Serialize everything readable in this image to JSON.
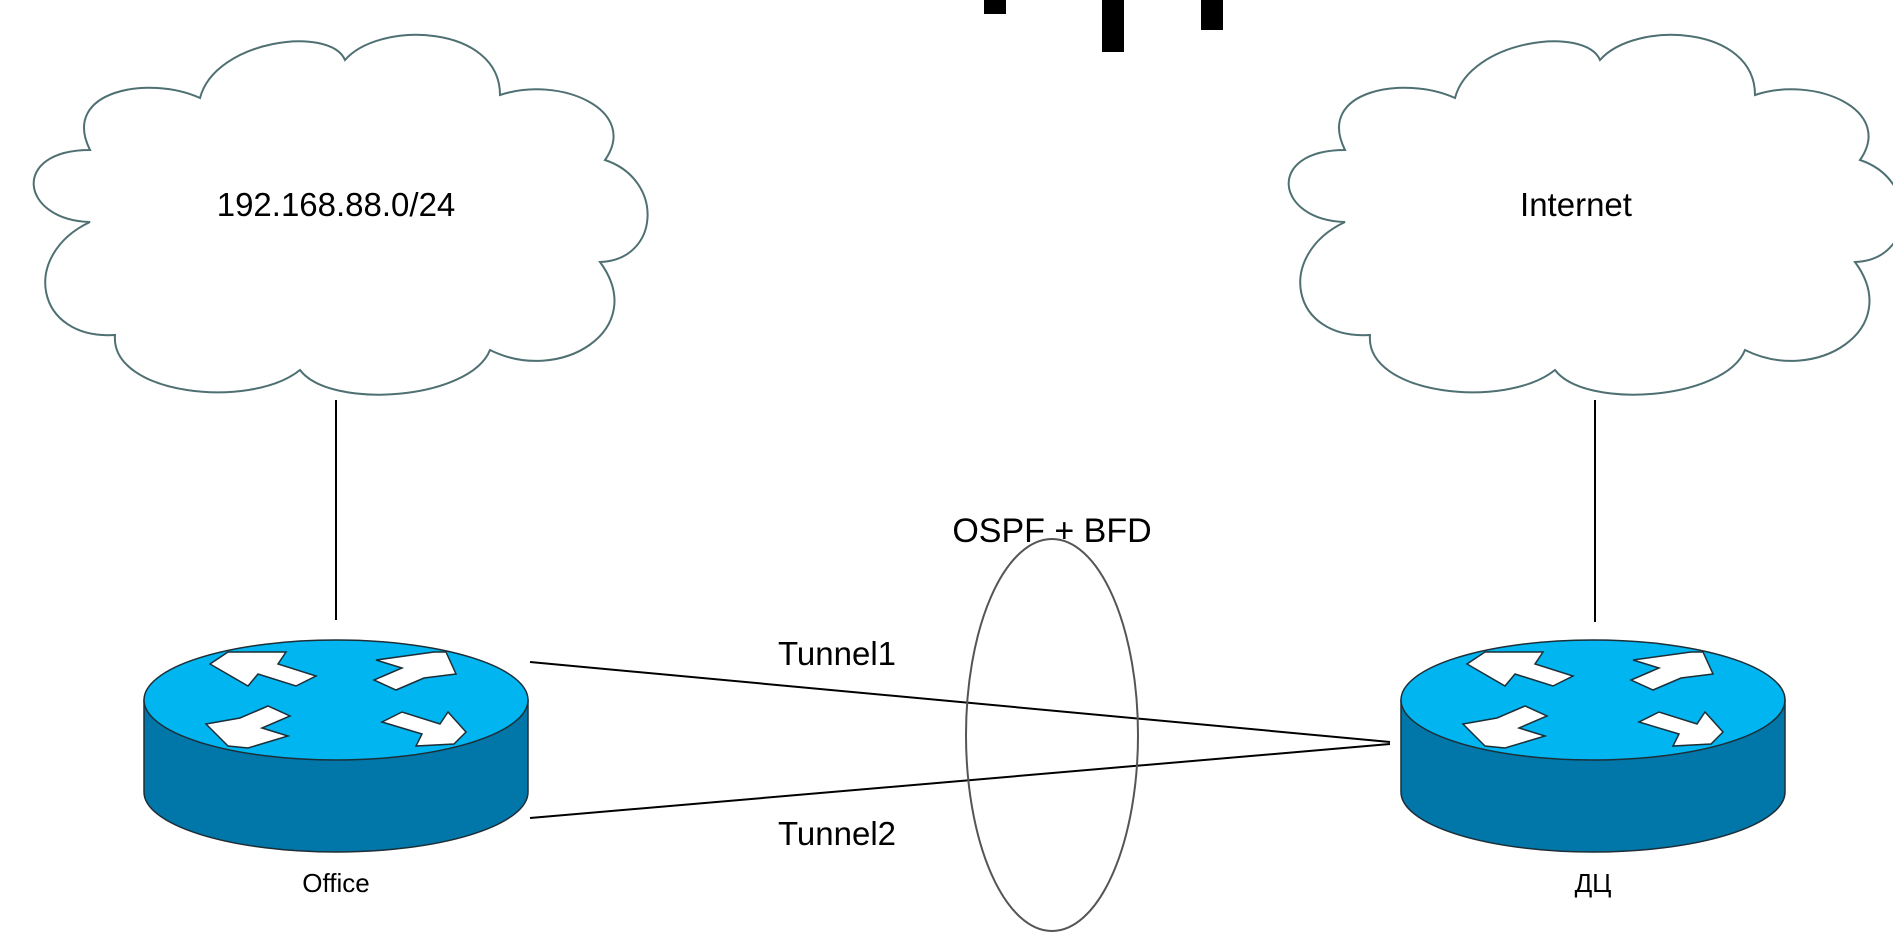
{
  "colors": {
    "cloud_stroke": "#4f7072",
    "router_top": "#00b5f0",
    "router_side": "#0077a8",
    "router_outline": "#1d2e37",
    "arrow_fill": "#ffffff",
    "link": "#000000",
    "ellipse_stroke": "#555555"
  },
  "nodes": {
    "lan_cloud": {
      "label": "192.168.88.0/24"
    },
    "internet_cloud": {
      "label": "Internet"
    },
    "office_router": {
      "label": "Office"
    },
    "dc_router": {
      "label": "ДЦ"
    }
  },
  "links": {
    "tunnel1": {
      "label": "Tunnel1"
    },
    "tunnel2": {
      "label": "Tunnel2"
    }
  },
  "protocol": {
    "label": "OSPF + BFD"
  }
}
